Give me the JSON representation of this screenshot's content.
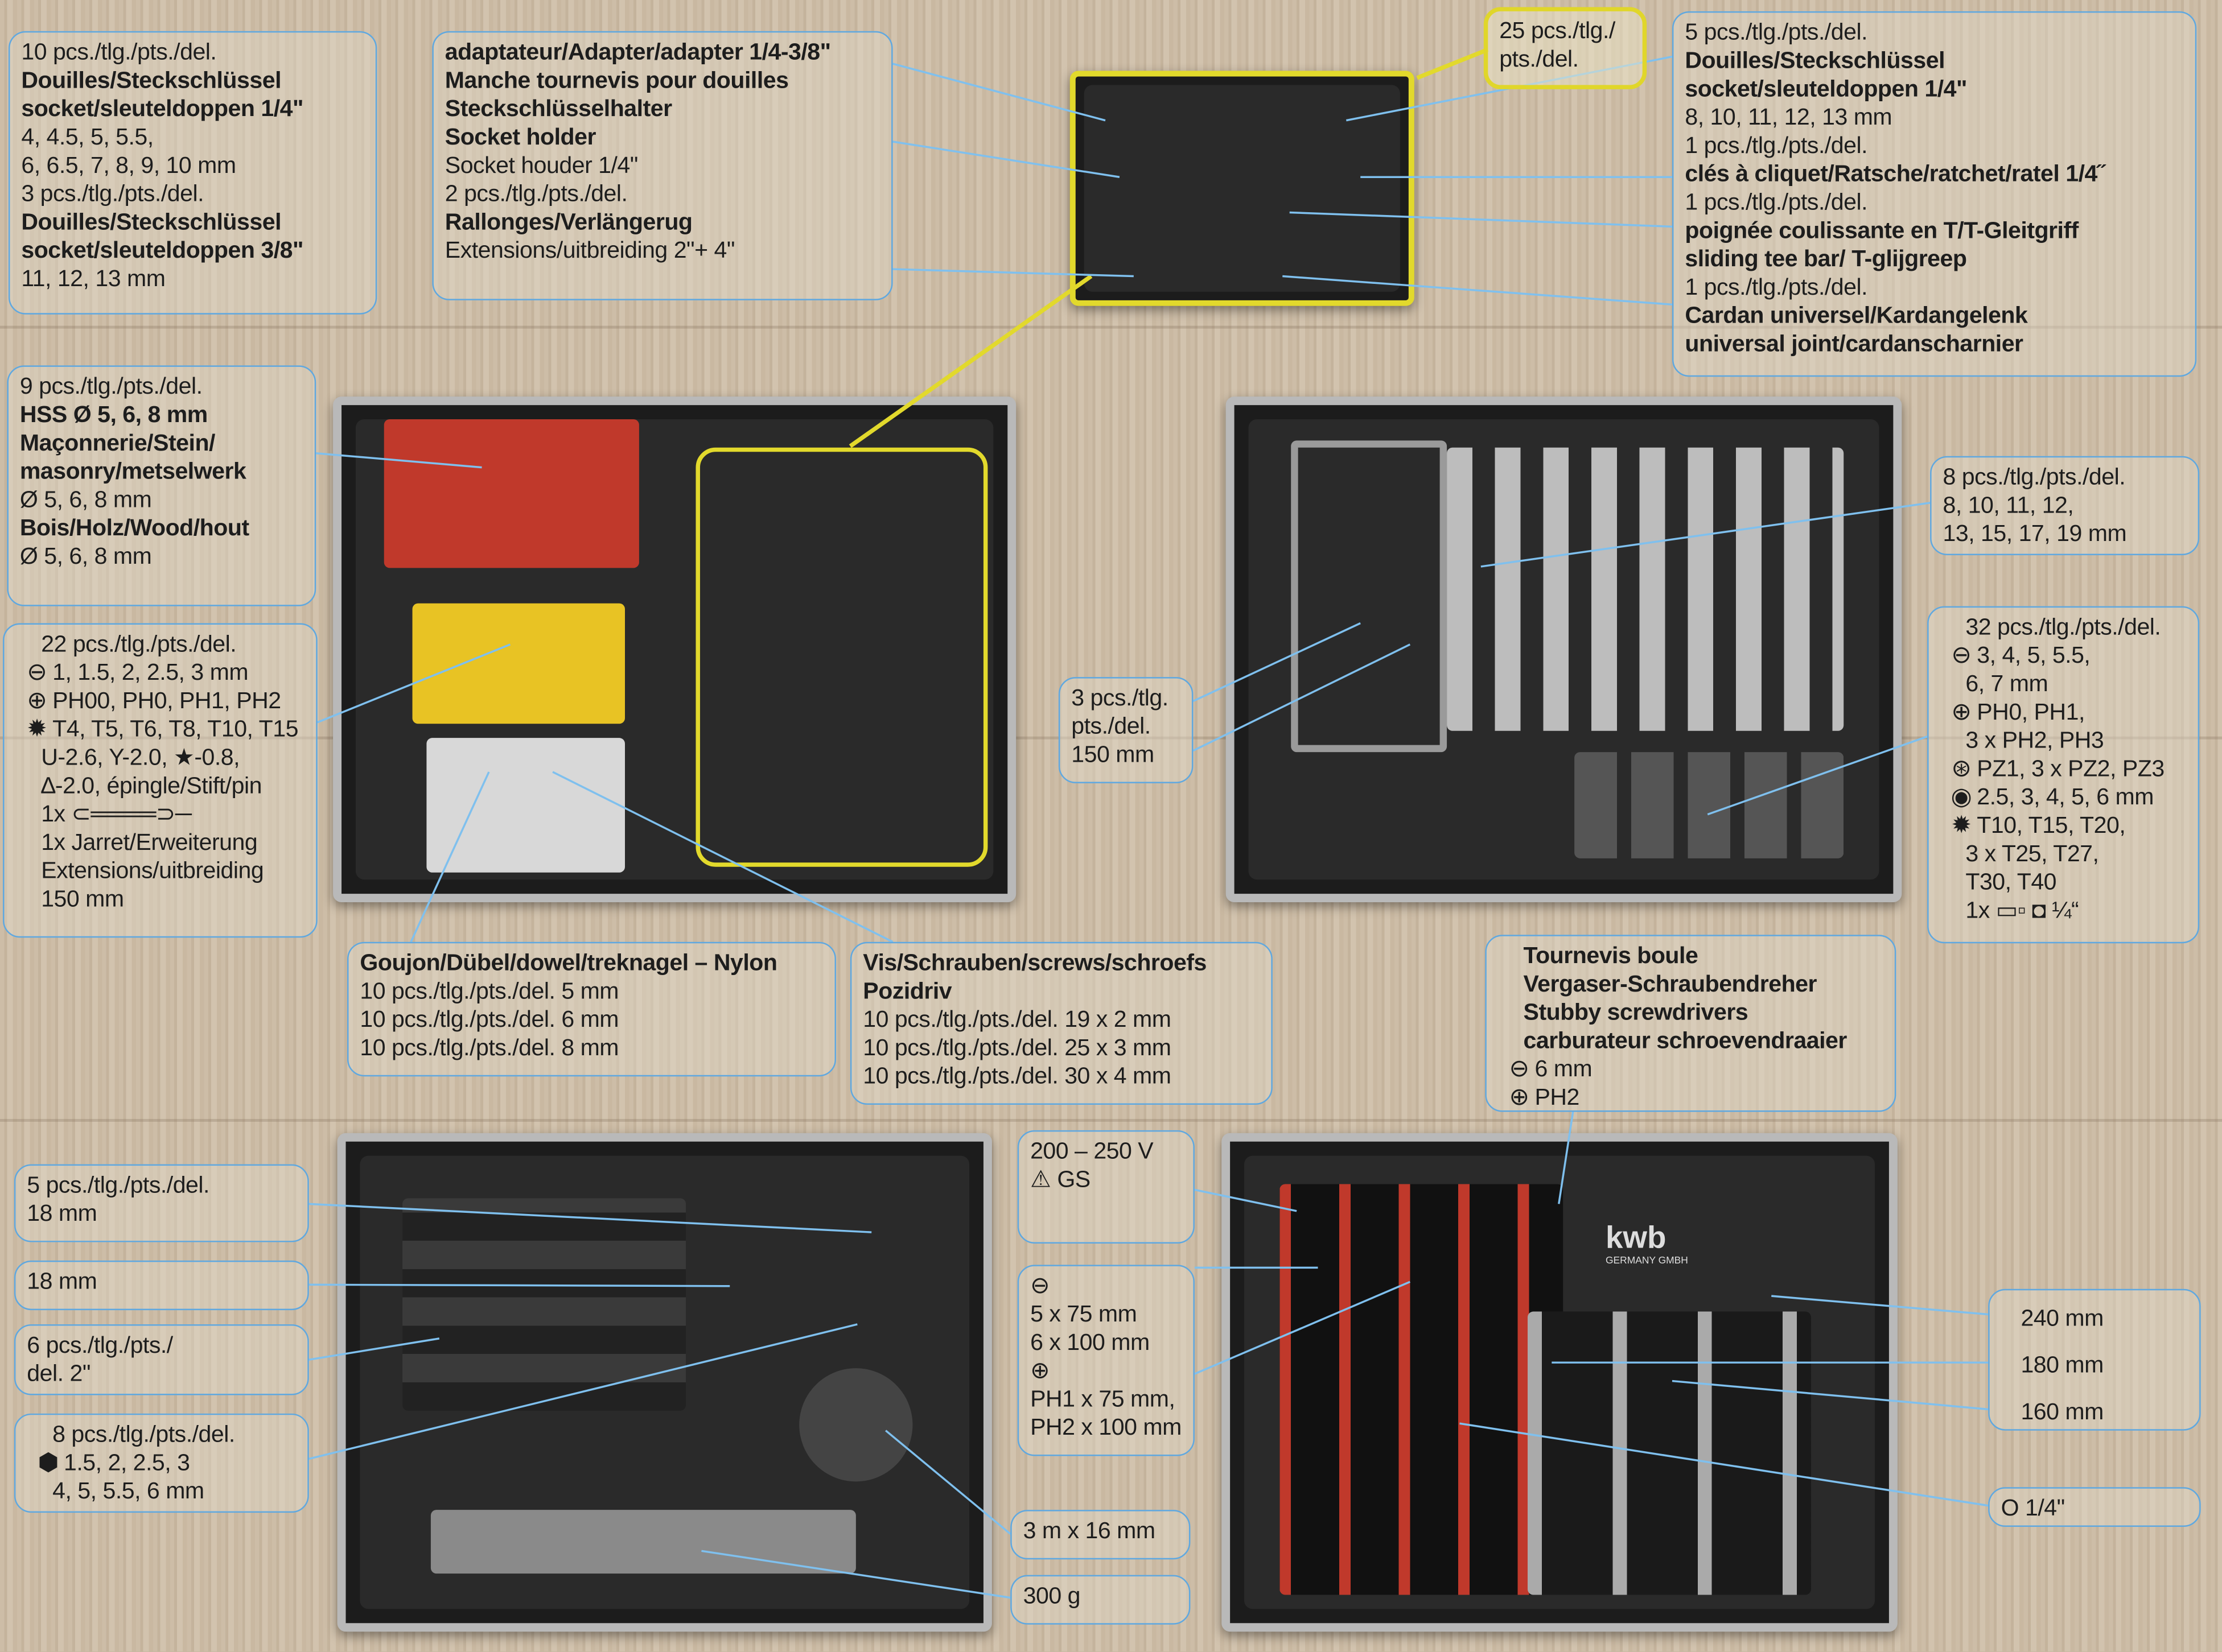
{
  "colors": {
    "border": "#5fa8e0",
    "highlight": "#e2d92c",
    "case": "#1c1c1c",
    "wood": "#c9b8a1"
  },
  "boxes": [
    {
      "id": "sockets-14-38",
      "lines": [
        {
          "t": "10 pcs./tlg./pts./del."
        },
        {
          "t": "Douilles/Steckschlüssel",
          "b": 1
        },
        {
          "t": "socket/sleuteldoppen 1/4\"",
          "b": 1
        },
        {
          "t": "4, 4.5, 5, 5.5,"
        },
        {
          "t": "6, 6.5, 7, 8, 9, 10 mm"
        },
        {
          "t": " "
        },
        {
          "t": "3 pcs./tlg./pts./del."
        },
        {
          "t": "Douilles/Steckschlüssel",
          "b": 1
        },
        {
          "t": "socket/sleuteldoppen 3/8\"",
          "b": 1
        },
        {
          "t": "11, 12, 13 mm"
        }
      ]
    },
    {
      "id": "adapter",
      "lines": [
        {
          "t": "adaptateur/Adapter/adapter  1/4-3/8\"",
          "b": 1
        },
        {
          "t": " "
        },
        {
          "t": "Manche tournevis pour douilles",
          "b": 1
        },
        {
          "t": "Steckschlüsselhalter",
          "b": 1
        },
        {
          "t": "Socket holder",
          "b": 1
        },
        {
          "t": "Socket houder 1/4\""
        },
        {
          "t": " "
        },
        {
          "t": "2 pcs./tlg./pts./del."
        },
        {
          "t": "Rallonges/Verlängerug",
          "b": 1
        },
        {
          "t": "Extensions/uitbreiding  2\"+ 4\""
        }
      ]
    },
    {
      "id": "count-25",
      "lines": [
        {
          "t": "25 pcs./tlg./"
        },
        {
          "t": "pts./del."
        }
      ]
    },
    {
      "id": "sockets-right",
      "lines": [
        {
          "t": "5 pcs./tlg./pts./del."
        },
        {
          "t": "Douilles/Steckschlüssel",
          "b": 1
        },
        {
          "t": "socket/sleuteldoppen 1/4\"",
          "b": 1
        },
        {
          "t": "8, 10, 11, 12, 13 mm"
        },
        {
          "t": "1 pcs./tlg./pts./del."
        },
        {
          "t": "clés à cliquet/Ratsche/ratchet/ratel 1/4˝",
          "b": 1
        },
        {
          "t": "1 pcs./tlg./pts./del."
        },
        {
          "t": "poignée coulissante en T/T-Gleitgriff",
          "b": 1
        },
        {
          "t": "sliding tee bar/ T-glijgreep",
          "b": 1
        },
        {
          "t": "1 pcs./tlg./pts./del."
        },
        {
          "t": "Cardan universel/Kardangelenk",
          "b": 1
        },
        {
          "t": "universal joint/cardanscharnier",
          "b": 1
        }
      ]
    },
    {
      "id": "drills",
      "lines": [
        {
          "t": "9 pcs./tlg./pts./del."
        },
        {
          "t": "HSS   Ø 5, 6, 8 mm",
          "b": 1
        },
        {
          "t": "Maçonnerie/Stein/",
          "b": 1
        },
        {
          "t": "masonry/metselwerk",
          "b": 1
        },
        {
          "t": "Ø 5, 6, 8 mm"
        },
        {
          "t": "Bois/Holz/Wood/hout",
          "b": 1
        },
        {
          "t": "Ø 5, 6, 8 mm"
        }
      ]
    },
    {
      "id": "precision-bits",
      "lines": [
        {
          "t": "22 pcs./tlg./pts./del."
        },
        {
          "t": "1, 1.5, 2, 2.5, 3 mm",
          "i": "⊖",
          "in": "slotted-icon"
        },
        {
          "t": "PH00, PH0, PH1, PH2",
          "i": "⊕",
          "in": "phillips-icon"
        },
        {
          "t": "T4, T5, T6, T8, T10, T15",
          "i": "✹",
          "in": "torx-icon"
        },
        {
          "t": "U-2.6, Y-2.0, ★-0.8,"
        },
        {
          "t": "∆-2.0, épingle/Stift/pin"
        },
        {
          "t": "1x ⊂════⊃─"
        },
        {
          "t": "1x Jarret/Erweiterung"
        },
        {
          "t": "Extensions/uitbreiding"
        },
        {
          "t": "150 mm"
        }
      ]
    },
    {
      "id": "dowels",
      "lines": [
        {
          "t": "Goujon/Dübel/dowel/treknagel – Nylon",
          "b": 1
        },
        {
          "t": "10 pcs./tlg./pts./del.  5 mm"
        },
        {
          "t": "10 pcs./tlg./pts./del.  6 mm"
        },
        {
          "t": "10 pcs./tlg./pts./del.  8 mm"
        }
      ]
    },
    {
      "id": "screws",
      "lines": [
        {
          "t": "Vis/Schrauben/screws/schroefs",
          "b": 1
        },
        {
          "t": "Pozidriv",
          "b": 1
        },
        {
          "t": "10 pcs./tlg./pts./del.   19 x 2 mm"
        },
        {
          "t": "10 pcs./tlg./pts./del.   25 x 3 mm"
        },
        {
          "t": "10 pcs./tlg./pts./del.   30 x 4 mm"
        }
      ]
    },
    {
      "id": "wrenches",
      "lines": [
        {
          "t": "8 pcs./tlg./pts./del."
        },
        {
          "t": "8, 10, 11, 12,"
        },
        {
          "t": "13, 15, 17, 19 mm"
        }
      ]
    },
    {
      "id": "bits-32",
      "lines": [
        {
          "t": "32 pcs./tlg./pts./del."
        },
        {
          "t": "3, 4, 5, 5.5,",
          "i": "⊖",
          "in": "slotted-icon"
        },
        {
          "t": "6, 7 mm"
        },
        {
          "t": "PH0, PH1,",
          "i": "⊕",
          "in": "phillips-icon"
        },
        {
          "t": "3 x PH2, PH3"
        },
        {
          "t": "PZ1, 3 x PZ2, PZ3",
          "i": "⊛",
          "in": "pozidriv-icon"
        },
        {
          "t": "2.5, 3, 4, 5, 6 mm",
          "i": "◉",
          "in": "hex-icon"
        },
        {
          "t": "T10, T15, T20,",
          "i": "✹",
          "in": "torx-icon"
        },
        {
          "t": "3 x T25, T27,"
        },
        {
          "t": "T30, T40"
        },
        {
          "t": "1x ▭▫  ◘ ¼“"
        }
      ]
    },
    {
      "id": "hacksaw",
      "lines": [
        {
          "t": "3 pcs./tlg."
        },
        {
          "t": "pts./del."
        },
        {
          "t": "150 mm"
        }
      ]
    },
    {
      "id": "stubby",
      "lines": [
        {
          "t": "Tournevis boule",
          "b": 1
        },
        {
          "t": "Vergaser-Schraubendreher",
          "b": 1
        },
        {
          "t": "Stubby screwdrivers",
          "b": 1
        },
        {
          "t": "carburateur schroevendraaier",
          "b": 1
        },
        {
          "t": "6 mm",
          "i": "⊖",
          "in": "slotted-icon"
        },
        {
          "t": "PH2",
          "i": "⊕",
          "in": "phillips-icon"
        }
      ]
    },
    {
      "id": "clamps",
      "lines": [
        {
          "t": "5 pcs./tlg./pts./del."
        },
        {
          "t": "18 mm"
        }
      ]
    },
    {
      "id": "cutter",
      "lines": [
        {
          "t": "18 mm"
        }
      ]
    },
    {
      "id": "spring-clamps",
      "lines": [
        {
          "t": "6 pcs./tlg./pts./"
        },
        {
          "t": "del.  2\""
        }
      ]
    },
    {
      "id": "hex-keys",
      "lines": [
        {
          "t": "8 pcs./tlg./pts./del."
        },
        {
          "t": "1.5, 2, 2.5, 3",
          "i": "⬢",
          "in": "hex-key-icon"
        },
        {
          "t": "4, 5, 5.5, 6 mm"
        }
      ]
    },
    {
      "id": "tester",
      "lines": [
        {
          "t": "200 – 250 V"
        },
        {
          "t": "⚠ GS"
        }
      ]
    },
    {
      "id": "screwdrivers",
      "lines": [
        {
          "t": "⊖"
        },
        {
          "t": "5 x 75 mm"
        },
        {
          "t": "6 x 100 mm"
        },
        {
          "t": "⊕"
        },
        {
          "t": "PH1 x 75 mm,"
        },
        {
          "t": "PH2 x 100 mm"
        }
      ]
    },
    {
      "id": "tape",
      "lines": [
        {
          "t": "3 m x 16 mm"
        }
      ]
    },
    {
      "id": "hammer",
      "lines": [
        {
          "t": "300 g"
        }
      ]
    },
    {
      "id": "pliers",
      "lines": [
        {
          "t": "240 mm"
        },
        {
          "t": "180 mm"
        },
        {
          "t": "160 mm"
        }
      ]
    },
    {
      "id": "bit-holder",
      "lines": [
        {
          "t": "O 1/4\""
        }
      ]
    }
  ],
  "brand": {
    "logo": "kwb",
    "sub": "GERMANY GMBH"
  }
}
